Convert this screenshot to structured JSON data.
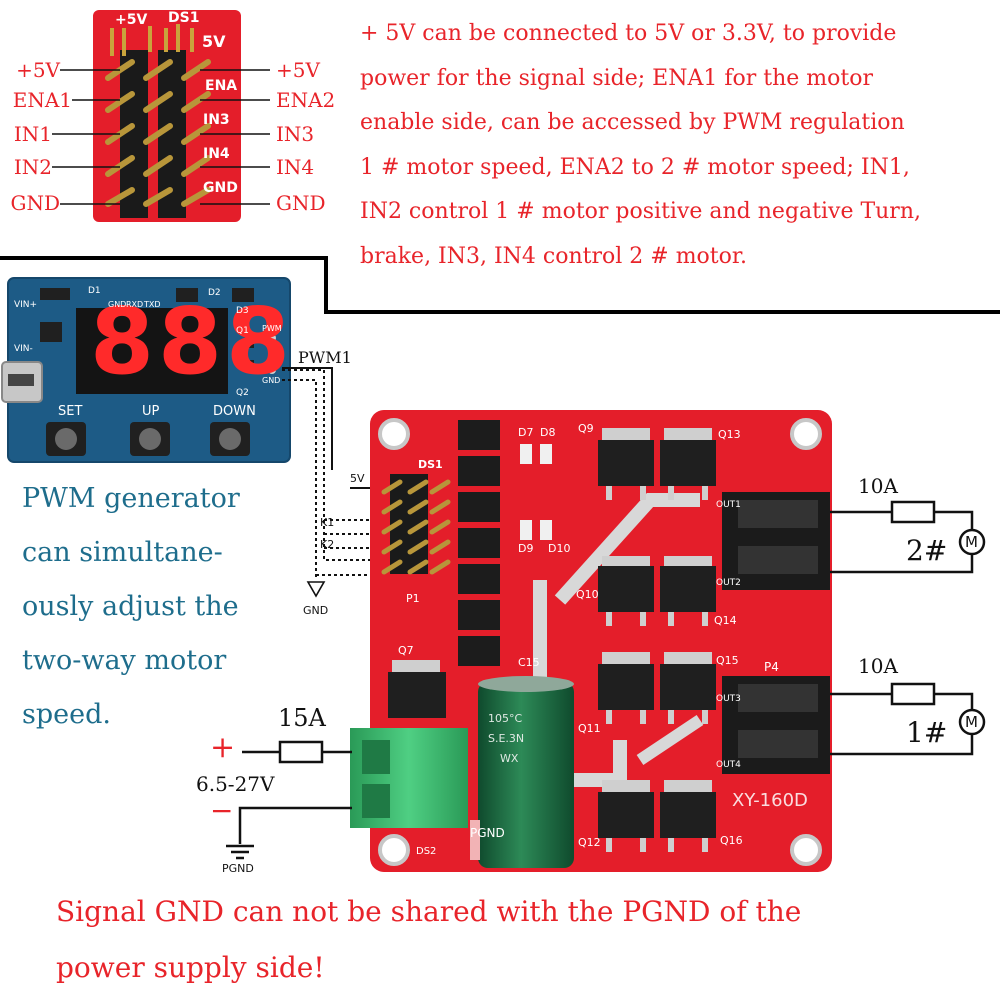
{
  "pin_labels_left": [
    "+5V",
    "ENA1",
    "IN1",
    "IN2",
    "GND"
  ],
  "pin_labels_right": [
    "+5V",
    "ENA2",
    "IN3",
    "IN4",
    "GND"
  ],
  "header_silk": {
    "left": "+5V",
    "mid": "DS1",
    "right": "5V",
    "ena": "ENA",
    "in3": "IN3",
    "in4": "IN4",
    "gnd": "GND"
  },
  "description_lines": [
    "+ 5V can be connected to 5V or 3.3V, to provide",
    "power for the signal side; ENA1 for the motor",
    "enable side, can be accessed by PWM regulation",
    "1 # motor speed, ENA2 to 2 # motor speed; IN1,",
    "IN2 control 1 # motor positive and negative Turn,",
    "brake, IN3, IN4 control 2 # motor."
  ],
  "pwm_module": {
    "display": "888",
    "buttons": [
      "SET",
      "UP",
      "DOWN"
    ],
    "silk": [
      "VIN+",
      "VIN-",
      "GND",
      "RXD",
      "TXD",
      "D1",
      "D2",
      "D3",
      "Q1",
      "Q2",
      "PWM",
      "GND"
    ]
  },
  "pwm_description_lines": [
    "PWM generator",
    "can simultane-",
    "ously adjust the",
    "two-way motor",
    "speed."
  ],
  "wiring": {
    "pwm": "PWM1",
    "v5": "5V",
    "k1": "K1",
    "k2": "K2",
    "gnd": "GND"
  },
  "board": {
    "name": "XY-160D",
    "silk": [
      "DS1",
      "D7",
      "D8",
      "D9",
      "D10",
      "Q9",
      "Q13",
      "Q10",
      "Q14",
      "Q11",
      "Q15",
      "Q12",
      "Q16",
      "Q7",
      "C15",
      "P1",
      "P4",
      "OUT1",
      "OUT2",
      "OUT3",
      "OUT4",
      "PGND",
      "DS2"
    ],
    "capacitor": [
      "105°C",
      "S.E.3N",
      "WX"
    ]
  },
  "motors": [
    {
      "fuse": "10A",
      "label": "2#",
      "symbol": "M"
    },
    {
      "fuse": "10A",
      "label": "1#",
      "symbol": "M"
    }
  ],
  "power": {
    "fuse": "15A",
    "plus": "+",
    "minus": "−",
    "voltage": "6.5-27V",
    "ground": "PGND"
  },
  "warning_lines": [
    "Signal GND can not be shared with the PGND of the",
    "power supply side!"
  ],
  "colors": {
    "pcb_red": "#e41e2a",
    "pcb_blue": "#1d5b86",
    "text_red": "#e8242a",
    "text_blue": "#1e6d8c",
    "terminal_green": "#35b46a",
    "capacitor_green": "#1f6a43"
  }
}
